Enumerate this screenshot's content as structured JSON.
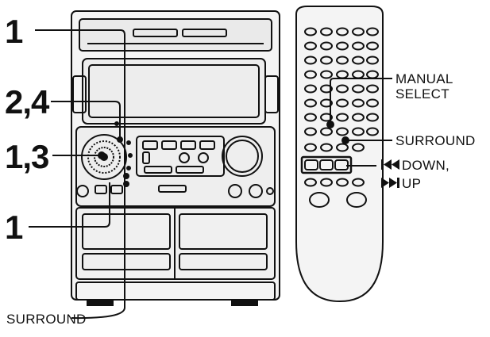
{
  "callouts_left": {
    "step_top": "1",
    "step_2_4": "2,4",
    "step_1_3": "1,3",
    "step_bottom": "1",
    "surround_bottom": "SURROUND"
  },
  "callouts_right": {
    "manual_select_line1": "MANUAL",
    "manual_select_line2": "SELECT",
    "surround": "SURROUND",
    "down_text": "DOWN,",
    "up_text": "UP",
    "down_symbol": "skip-back-rewind-icon",
    "up_symbol": "fast-forward-skip-next-icon"
  },
  "colors": {
    "ink": "#111111",
    "panel": "#f2f2f2",
    "background": "#ffffff"
  }
}
